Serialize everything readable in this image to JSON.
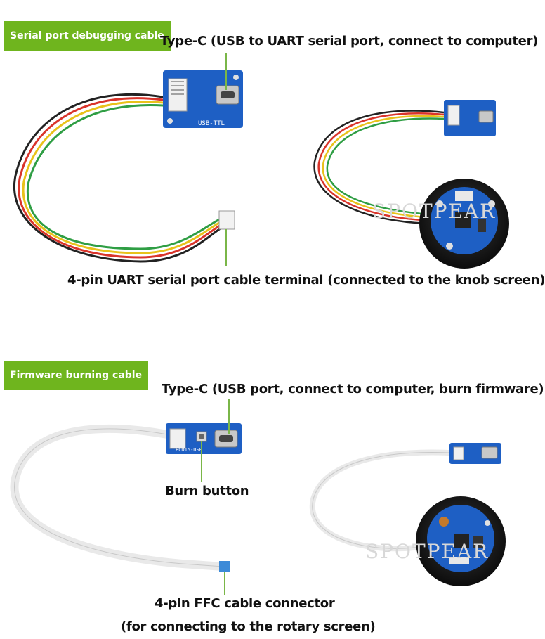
{
  "sections": {
    "serial": {
      "tag": "Serial port debugging cable",
      "typec_caption": "Type-C (USB to UART serial port, connect to computer)",
      "terminal_caption": "4-pin UART serial port cable terminal (connected to the knob screen)",
      "board_silk": "USB-TTL"
    },
    "firmware": {
      "tag": "Firmware burning cable",
      "typec_caption": "Type-C (USB port, connect to computer, burn firmware)",
      "button_caption": "Burn button",
      "ffc_caption_line1": "4-pin FFC cable connector",
      "ffc_caption_line2": "(for connecting to the rotary screen)",
      "board_silk": "ECD15-USB"
    }
  },
  "watermark": "SPOTPEAR",
  "colors": {
    "tag_bg": "#6fb51e",
    "pcb_blue": "#1e5fc4",
    "leader_green": "#7ab648",
    "wire_red": "#d9342b",
    "wire_yellow": "#e8c21a",
    "wire_green": "#2f9e44",
    "wire_black": "#222222"
  }
}
